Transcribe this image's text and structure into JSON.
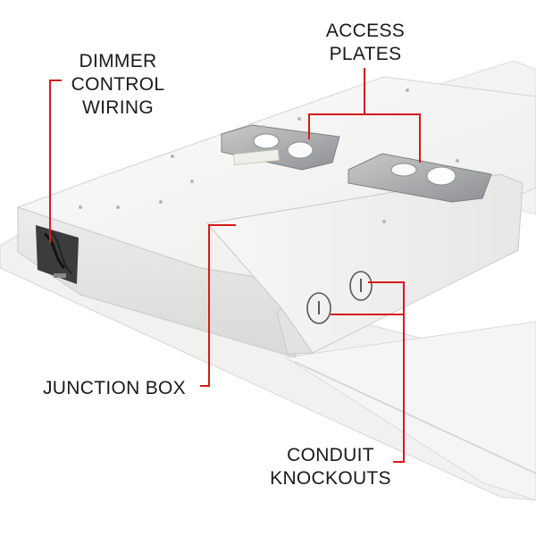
{
  "labels": {
    "dimmer_control_wiring": [
      "DIMMER",
      "CONTROL",
      "WIRING"
    ],
    "access_plates": [
      "ACCESS",
      "PLATES"
    ],
    "junction_box": "JUNCTION BOX",
    "conduit_knockouts": [
      "CONDUIT",
      "KNOCKOUTS"
    ]
  },
  "colors": {
    "callout_line": "#d61a1a",
    "panel_face": "#f4f4f2",
    "panel_shadow": "#d8d8d6",
    "steel_plate": "#a9acae",
    "text": "#1a1a1a"
  }
}
